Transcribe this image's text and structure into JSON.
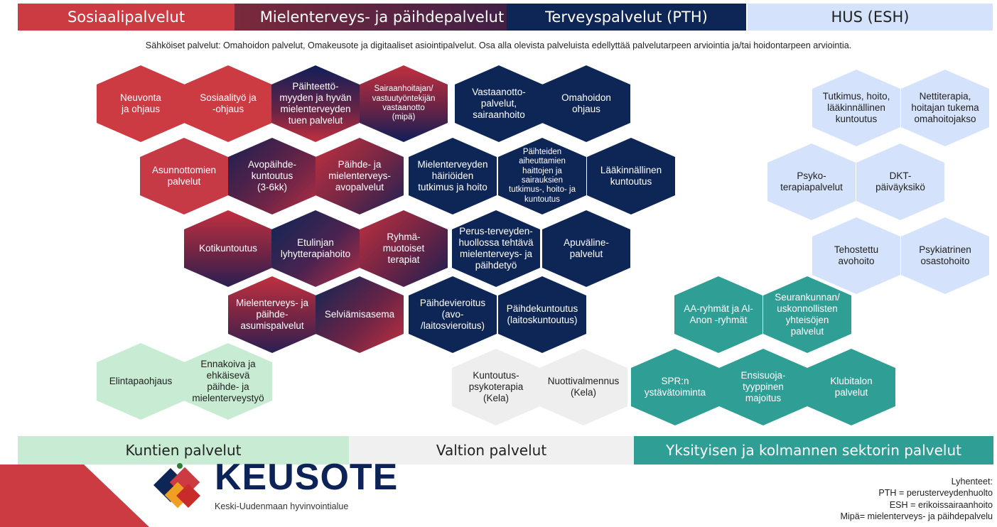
{
  "header": {
    "sosiaali": "Sosiaalipalvelut",
    "mielenterveys": "Mielenterveys- ja päihdepalvelut",
    "terveys": "Terveyspalvelut (PTH)",
    "hus": "HUS (ESH)"
  },
  "intro": "Sähköiset palvelut: Omahoidon palvelut, Omakeusote ja digitaaliset asiointipalvelut. Osa alla olevista palveluista edellyttää palvelutarpeen arviointia ja/tai hoidontarpeen arviointia.",
  "hexes": {
    "neuvonta": "Neuvonta\nja ohjaus",
    "sosiaalityo": "Sosiaalityö ja\n-ohjaus",
    "paihteetto": "Päihteettö-\nmyyden ja hyvän\nmielenterveyden\ntuen palvelut",
    "sairaanhoitajan": "Sairaanhoitajan/\nvastuutyöntekijän\nvastaanotto\n(mipä)",
    "vastaanotto": "Vastaanotto-\npalvelut,\nsairaanhoito",
    "omahoidon": "Omahoidon\nohjaus",
    "asunnottomien": "Asunnottomien\npalvelut",
    "avopaihde": "Avopäihde-\nkuntoutus\n(3-6kk)",
    "paihde_avo": "Päihde- ja\nmielenterveys-\navopalvelut",
    "hairioiden": "Mielenterveyden\nhäiriöiden\ntutkimus ja hoito",
    "paihteiden": "Päihteiden\naiheuttamien\nhaittojen ja\nsairauksien\ntutkimus-, hoito- ja\nkuntoutus",
    "laakinnallinen": "Lääkinnällinen\nkuntoutus",
    "kotikuntoutus": "Kotikuntoutus",
    "etulinjan": "Etulinjan\nlyhytterapiahoito",
    "ryhma": "Ryhmä-\nmuotoiset\nterapiat",
    "perus": "Perus-terveyden-\nhuollossa tehtävä\nmielenterveys- ja\npäihdetyö",
    "apuvaline": "Apuväline-\npalvelut",
    "asumis": "Mielenterveys- ja\npäihde-\nasumispalvelut",
    "selviamis": "Selviämisasema",
    "vieroitus": "Päihdevieroitus\n(avo-\n/laitosvieroitus)",
    "paihdekuntoutus": "Päihdekuntoutus\n(laitoskuntoutus)",
    "elintapa": "Elintapaohjaus",
    "ennakoiva": "Ennakoiva ja\nehkäisevä\npäihde- ja\nmielenterveystyö",
    "kuntoutuspsyko": "Kuntoutus-\npsykoterapia\n(Kela)",
    "nuottivalmennus": "Nuottivalmennus\n(Kela)",
    "tutkimus": "Tutkimus, hoito,\nlääkinnällinen\nkuntoutus",
    "nettiterapia": "Nettiterapia,\nhoitajan tukema\nomahoitojakso",
    "psykoterapia": "Psyko-\nterapiapalvelut",
    "dkt": "DKT-\npäiväyksikö",
    "tehostettu": "Tehostettu\navohoito",
    "psykiatrinen": "Psykiatrinen\nosastohoito",
    "aa": "AA-ryhmät ja Al-\nAnon -ryhmät",
    "seurakunta": "Seurankunnan/\nuskonnollisten\nyhteisöjen\npalvelut",
    "spr": "SPR:n\nystävätoiminta",
    "ensisuoja": "Ensisuoja-\ntyyppinen\nmajoitus",
    "klubitalo": "Klubitalon\npalvelut"
  },
  "footer": {
    "kuntien": "Kuntien palvelut",
    "valtion": "Valtion palvelut",
    "yksityisen": "Yksityisen ja kolmannen sektorin palvelut"
  },
  "logo": {
    "name": "KEUSOTE",
    "subtitle": "Keski-Uudenmaan hyvinvointialue"
  },
  "legend": {
    "title": "Lyhenteet:",
    "pth": "PTH = perusterveydenhuolto",
    "esh": "ESH = erikoissairaanhoito",
    "mipa": "Mipä= mielenterveys- ja päihdepalvelu"
  },
  "colors": {
    "social_red": "#cc3a42",
    "mental_maroon": "#6a2640",
    "health_navy": "#0e2656",
    "hus_light_blue": "#d4e3fb",
    "municipal_green": "#c8ecd3",
    "state_grey": "#eeeeee",
    "private_teal": "#2f9f95"
  }
}
